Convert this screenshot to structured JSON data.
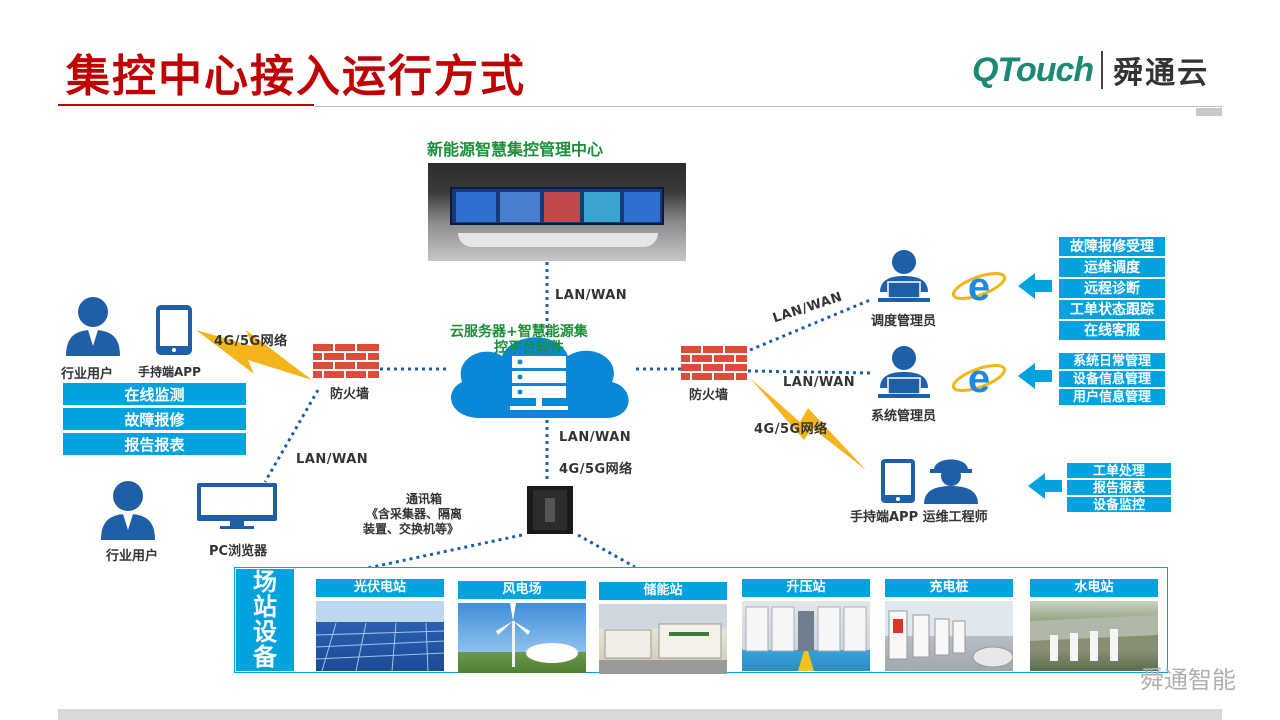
{
  "header": {
    "title": "集控中心接入运行方式",
    "logo_text": "QTouch",
    "logo_cn": "舜通云"
  },
  "center": {
    "title": "新能源智慧集控管理中心",
    "cloud_line1": "云服务器+智慧能源集",
    "cloud_line2": "控平台软件"
  },
  "network": {
    "lan_top": "LAN/WAN",
    "lan_bottom": "LAN/WAN",
    "g_bottom": "4G/5G网络",
    "g_left": "4G/5G网络",
    "lan_left": "LAN/WAN",
    "lan_right_top": "LAN/WAN",
    "lan_right_mid": "LAN/WAN",
    "g_right": "4G/5G网络"
  },
  "firewall": {
    "left_label": "防火墙",
    "right_label": "防火墙"
  },
  "left_users": {
    "industry_user": "行业用户",
    "handheld_app": "手持端APP",
    "industry_user2": "行业用户",
    "pc_browser": "PC浏览器",
    "functions": [
      "在线监测",
      "故障报修",
      "报告报表"
    ]
  },
  "comm_box": {
    "line1": "通讯箱",
    "line2": "《含采集器、隔离",
    "line3": "装置、交换机等》"
  },
  "right_roles": {
    "dispatcher": "调度管理员",
    "sysadmin": "系统管理员",
    "engineer": "手持端APP 运维工程师",
    "dispatcher_funcs": [
      "故障报修受理",
      "运维调度",
      "远程诊断",
      "工单状态跟踪",
      "在线客服"
    ],
    "sysadmin_funcs": [
      "系统日常管理",
      "设备信息管理",
      "用户信息管理"
    ],
    "engineer_funcs": [
      "工单处理",
      "报告报表",
      "设备监控"
    ]
  },
  "stations": {
    "tag": [
      "场",
      "站",
      "设",
      "备"
    ],
    "items": [
      "光伏电站",
      "风电场",
      "储能站",
      "升压站",
      "充电桩",
      "水电站"
    ]
  },
  "watermark": "舜通智能",
  "colors": {
    "title_red": "#c00000",
    "accent_blue": "#00a3e0",
    "user_blue": "#1f5fa8",
    "green_text": "#1b8f3a",
    "lightning": "#f3b51b",
    "firewall": "#e04a3a"
  }
}
